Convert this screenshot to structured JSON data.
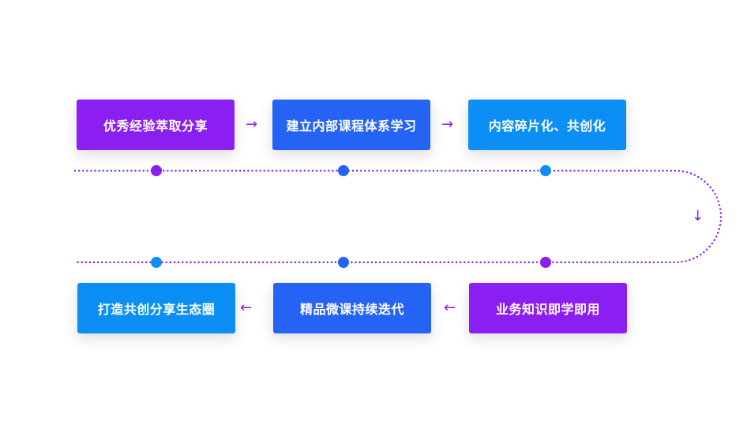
{
  "steps": [
    {
      "label": "优秀经验萃取分享",
      "color": "#8b1ef0"
    },
    {
      "label": "建立内部课程体系学习",
      "color": "#2563f5"
    },
    {
      "label": "内容碎片化、共创化",
      "color": "#0b8ff5"
    },
    {
      "label": "业务知识即学即用",
      "color": "#8b1ef0"
    },
    {
      "label": "精品微课持续迭代",
      "color": "#2563f5"
    },
    {
      "label": "打造共创分享生态圈",
      "color": "#0b8ff5"
    }
  ],
  "arrows": {
    "right": "→",
    "left": "←",
    "down": "↓"
  },
  "colors": {
    "dotted_line": "#8b1ef0",
    "node_purple": "#8b1ef0",
    "node_blue": "#2563f5",
    "node_cyan": "#0b8ff5"
  }
}
